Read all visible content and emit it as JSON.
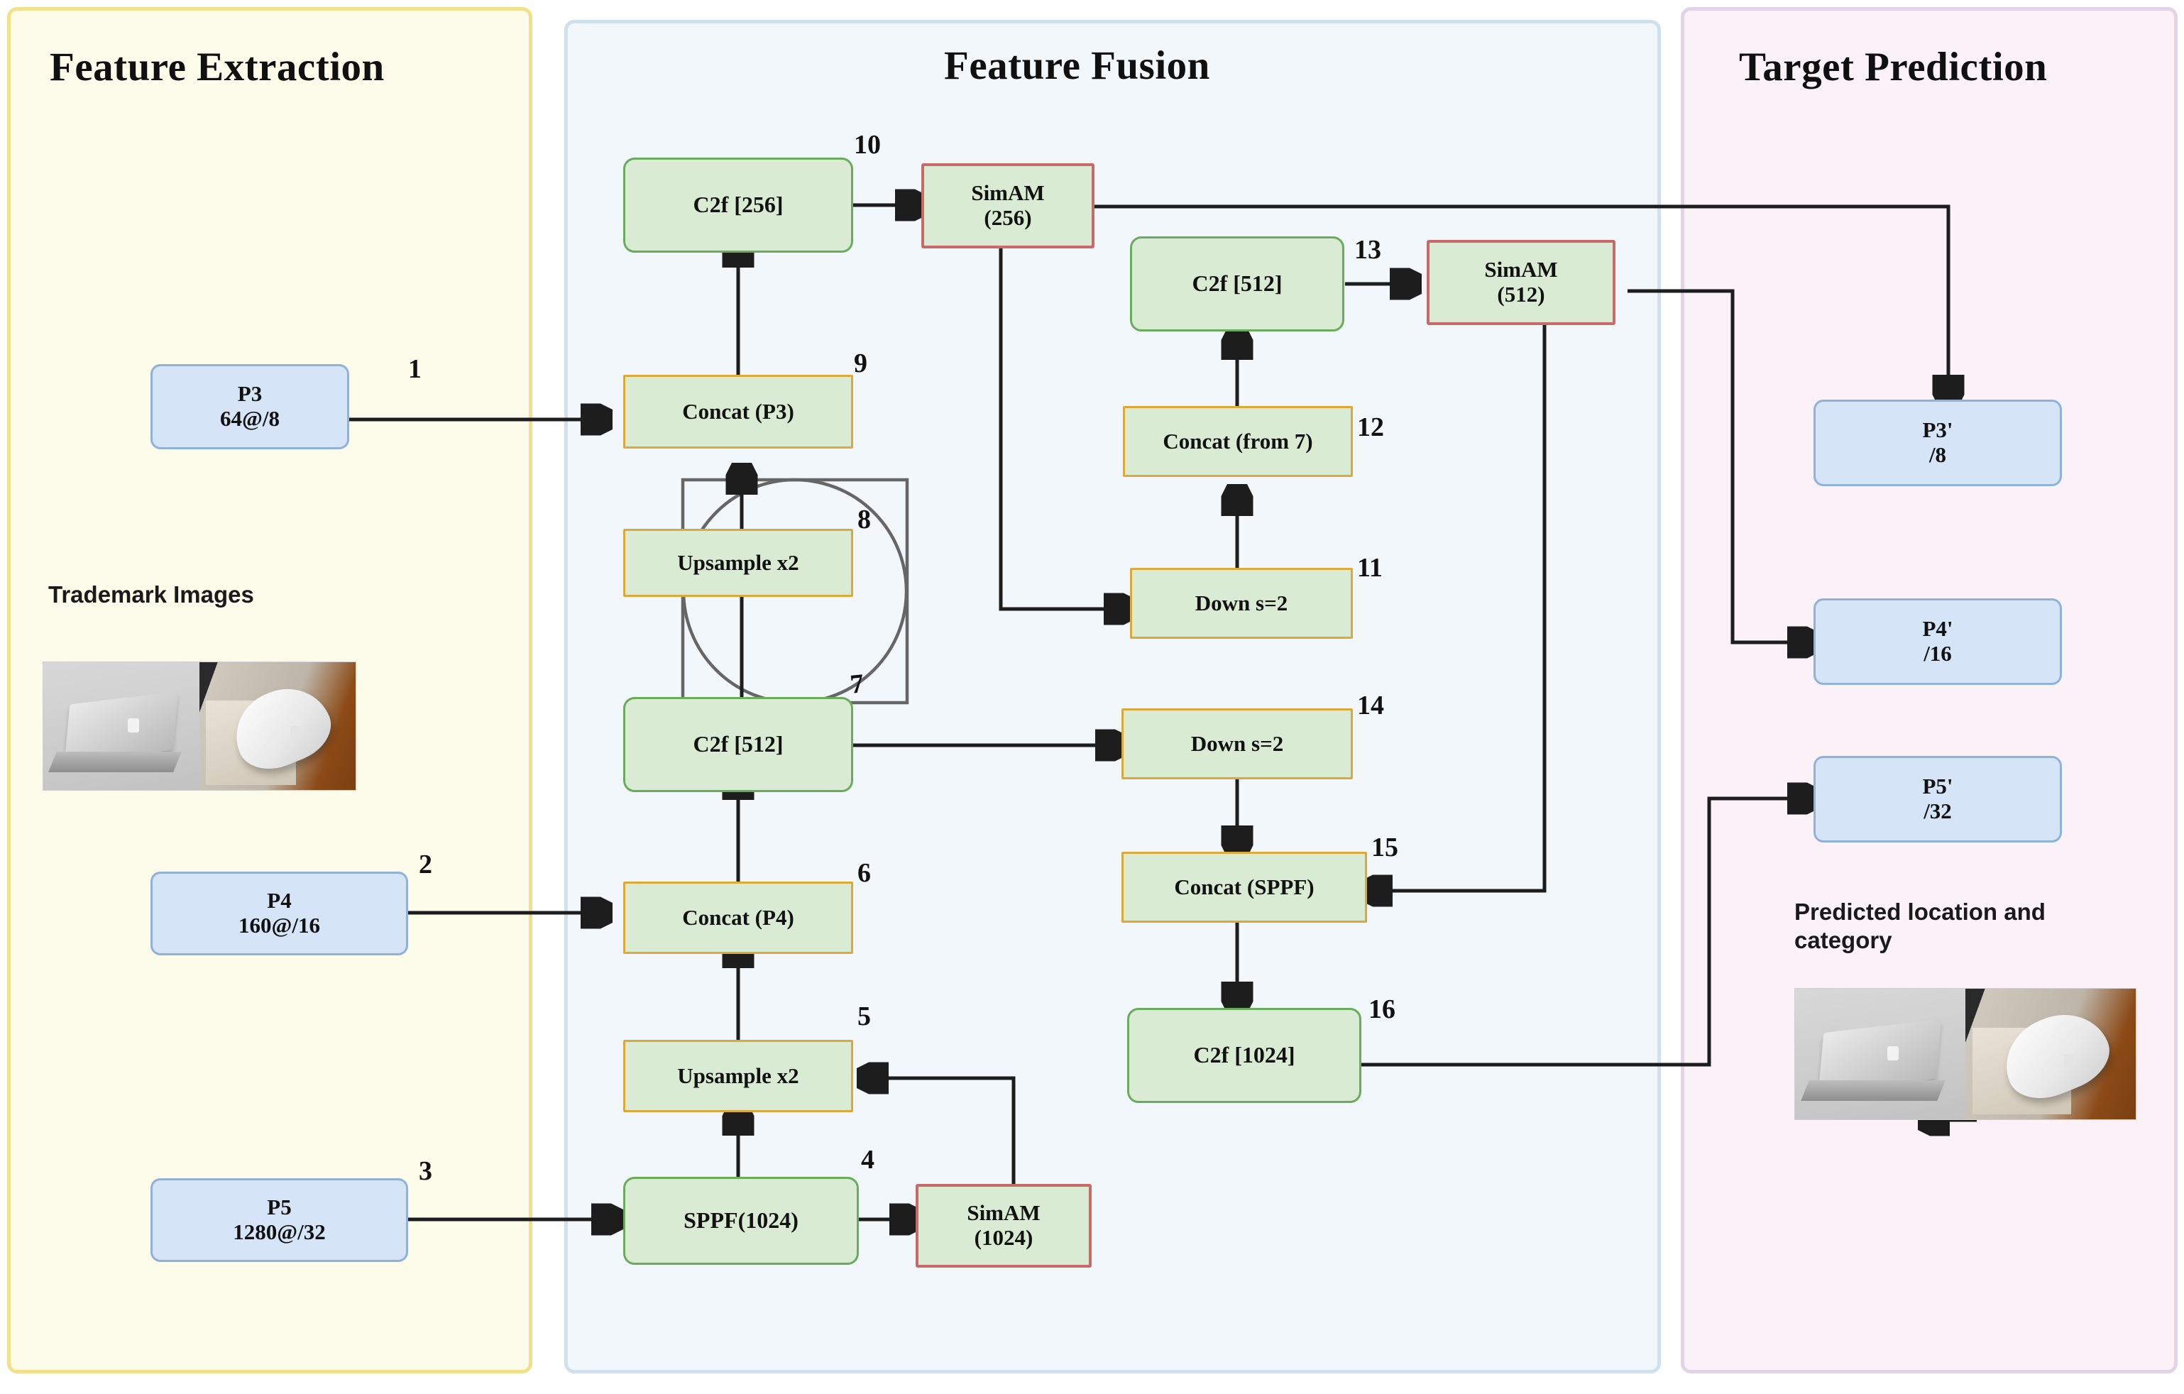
{
  "panels": {
    "extraction": {
      "title": "Feature Extraction"
    },
    "fusion": {
      "title": "Feature Fusion"
    },
    "prediction": {
      "title": "Target Prediction"
    }
  },
  "captions": {
    "trademark_images": "Trademark Images",
    "predicted": "Predicted location and\ncategory"
  },
  "nodes": {
    "p3": {
      "line1": "P3",
      "line2": "64@/8",
      "index": "1"
    },
    "p4": {
      "line1": "P4",
      "line2": "160@/16",
      "index": "2"
    },
    "p5": {
      "line1": "P5",
      "line2": "1280@/32",
      "index": "3"
    },
    "sppf": {
      "line1": "SPPF(1024)",
      "index": ""
    },
    "simam1024": {
      "line1": "SimAM",
      "line2": "(1024)",
      "index": "4"
    },
    "upsample_b": {
      "line1": "Upsample x2",
      "index": "5"
    },
    "concat_p4": {
      "line1": "Concat (P4)",
      "index": "6"
    },
    "c2f512_l": {
      "line1": "C2f [512]",
      "index": "7"
    },
    "upsample_t": {
      "line1": "Upsample x2",
      "index": "8"
    },
    "concat_p3": {
      "line1": "Concat (P3)",
      "index": "9"
    },
    "c2f256": {
      "line1": "C2f [256]",
      "index": "10"
    },
    "simam256": {
      "line1": "SimAM",
      "line2": "(256)",
      "index": ""
    },
    "down_11": {
      "line1": "Down s=2",
      "index": "11"
    },
    "concat_12": {
      "line1": "Concat (from 7)",
      "index": "12"
    },
    "c2f512_r": {
      "line1": "C2f [512]",
      "index": "13"
    },
    "simam512": {
      "line1": "SimAM",
      "line2": "(512)",
      "index": ""
    },
    "down_14": {
      "line1": "Down s=2",
      "index": "14"
    },
    "concat_15": {
      "line1": "Concat (SPPF)",
      "index": "15"
    },
    "c2f1024": {
      "line1": "C2f  [1024]",
      "index": "16"
    },
    "p3o": {
      "line1": "P3'",
      "line2": "/8"
    },
    "p4o": {
      "line1": "P4'",
      "line2": "/16"
    },
    "p5o": {
      "line1": "P5'",
      "line2": "/32"
    }
  },
  "colors": {
    "panel_extraction_bg": "#fdfbe9",
    "panel_extraction_border": "#f2e08a",
    "panel_fusion_bg": "#f2f7fb",
    "panel_fusion_border": "#cfe0ef",
    "panel_prediction_bg": "#faf2f7",
    "panel_prediction_border": "#e2d3e7",
    "node_blue_bg": "#d6e4f7",
    "node_blue_border": "#8eb2d8",
    "node_green_bg": "#d9ebd2",
    "node_green_border": "#6aab5c",
    "node_gold_border": "#dba93a",
    "node_red_border": "#c76a6a",
    "wire": "#1d1d1d"
  }
}
